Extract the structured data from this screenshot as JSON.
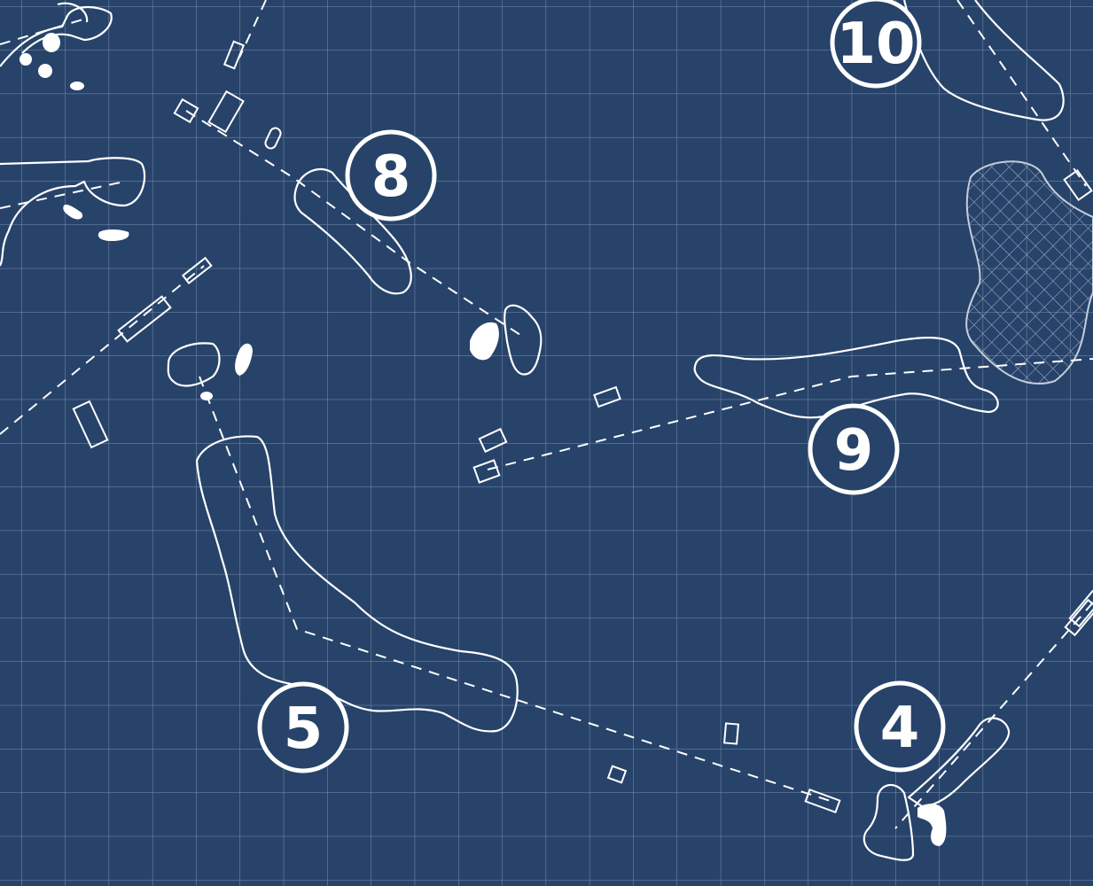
{
  "map": {
    "colors": {
      "background": "#27436a",
      "grid": "#7d8fae",
      "lines": "#ffffff"
    },
    "holes": [
      {
        "number": "10"
      },
      {
        "number": "8"
      },
      {
        "number": "9"
      },
      {
        "number": "5"
      },
      {
        "number": "4"
      }
    ]
  }
}
